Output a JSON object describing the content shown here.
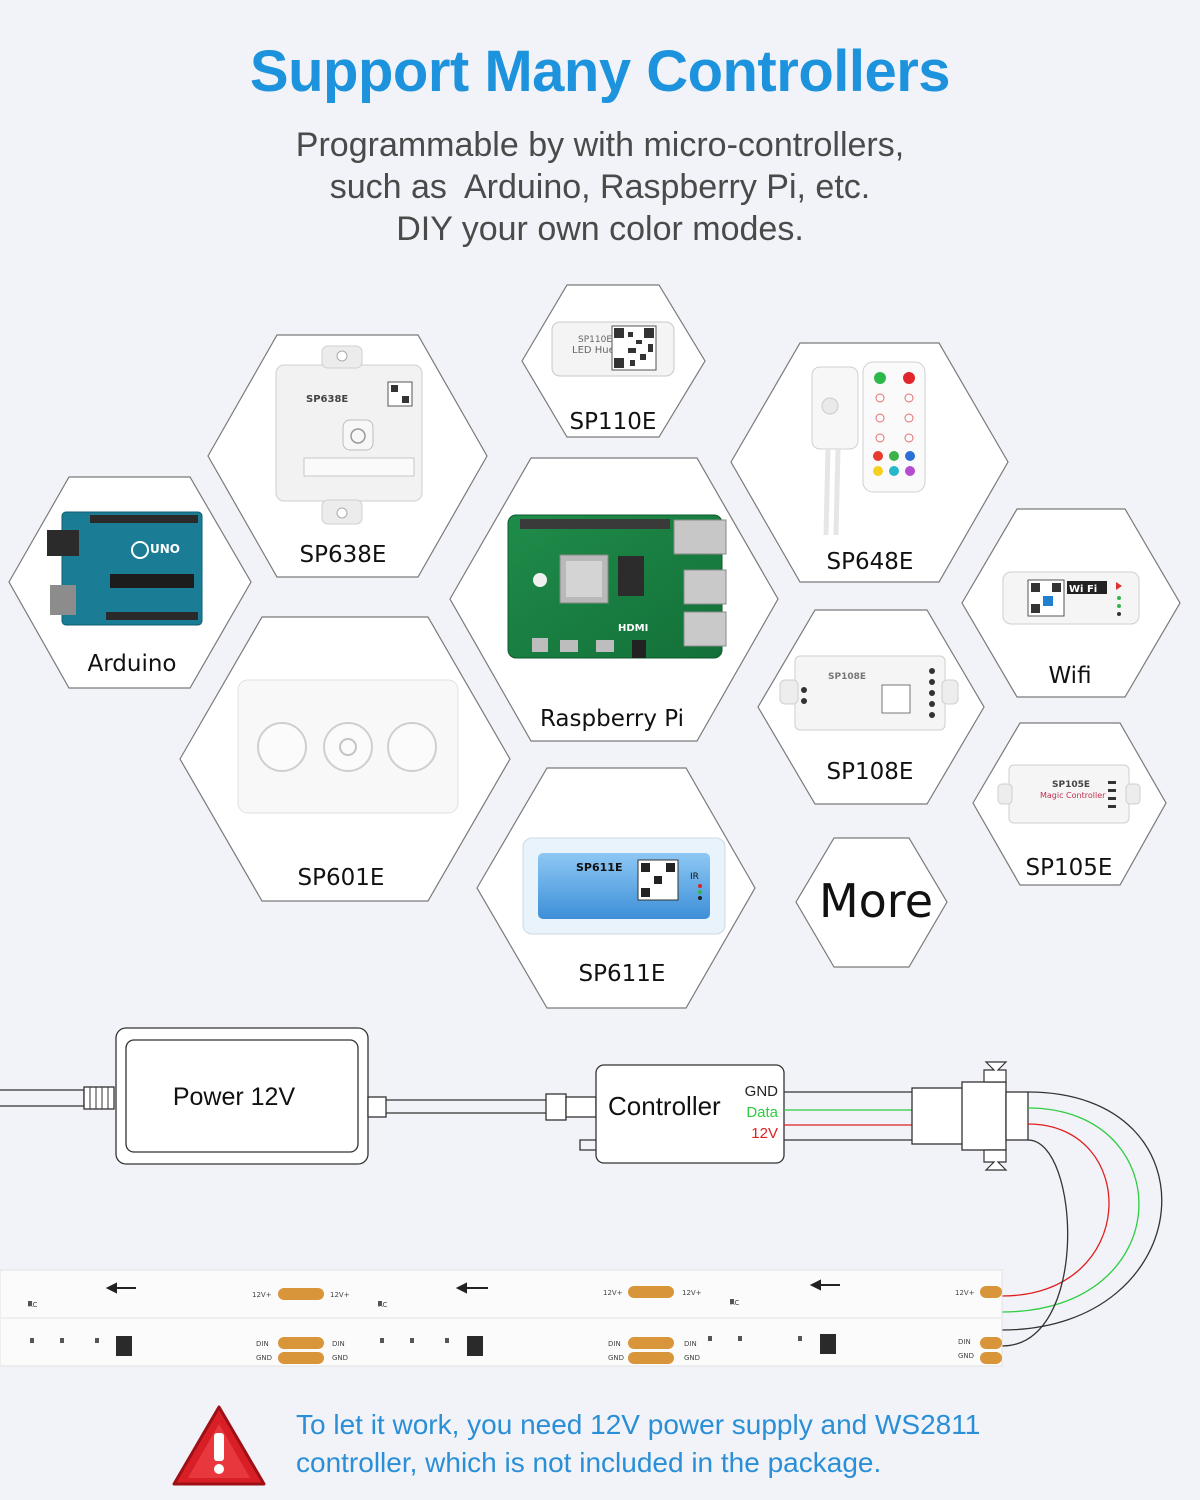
{
  "header": {
    "title": "Support Many Controllers",
    "subtitle_lines": [
      "Programmable by with micro-controllers,",
      "such as  Arduino, Raspberry Pi, etc.",
      "DIY your own color modes."
    ]
  },
  "controllers": {
    "sp110e": "SP110E",
    "sp638e": "SP638E",
    "sp648e": "SP648E",
    "arduino": "Arduino",
    "raspberry_pi": "Raspberry Pi",
    "wifi": "Wifi",
    "sp601e": "SP601E",
    "sp108e": "SP108E",
    "sp105e": "SP105E",
    "sp611e": "SP611E",
    "more": "More"
  },
  "devices": {
    "sp110e_label": "SP110E",
    "sp110e_sub": "LED Hue",
    "sp638e_label": "SP638E",
    "sp611e_label": "SP611E",
    "sp611e_ir": "IR",
    "sp108e_label": "SP108E",
    "sp105e_label": "SP105E",
    "sp105e_sub": "Magic Controller",
    "wifi_label": "Wi Fi",
    "arduino_label": "UNO",
    "pi_label": "HDMI"
  },
  "wiring": {
    "power_label": "Power 12V",
    "controller_label": "Controller",
    "gnd": "GND",
    "data": "Data",
    "v12": "12V"
  },
  "strip": {
    "plus12": "12V+",
    "din": "DIN",
    "gnd": "GND",
    "rc": "RC"
  },
  "colors": {
    "title": "#1c93dc",
    "warning_text": "#2a8fd6",
    "data_wire": "#2ecc40",
    "power_wire": "#e02020",
    "warning_icon": "#d81f26"
  },
  "warning": {
    "icon": "warning-triangle-icon",
    "lines": [
      "To let it work, you need 12V power supply and WS2811",
      "controller, which is not included in the package."
    ]
  }
}
